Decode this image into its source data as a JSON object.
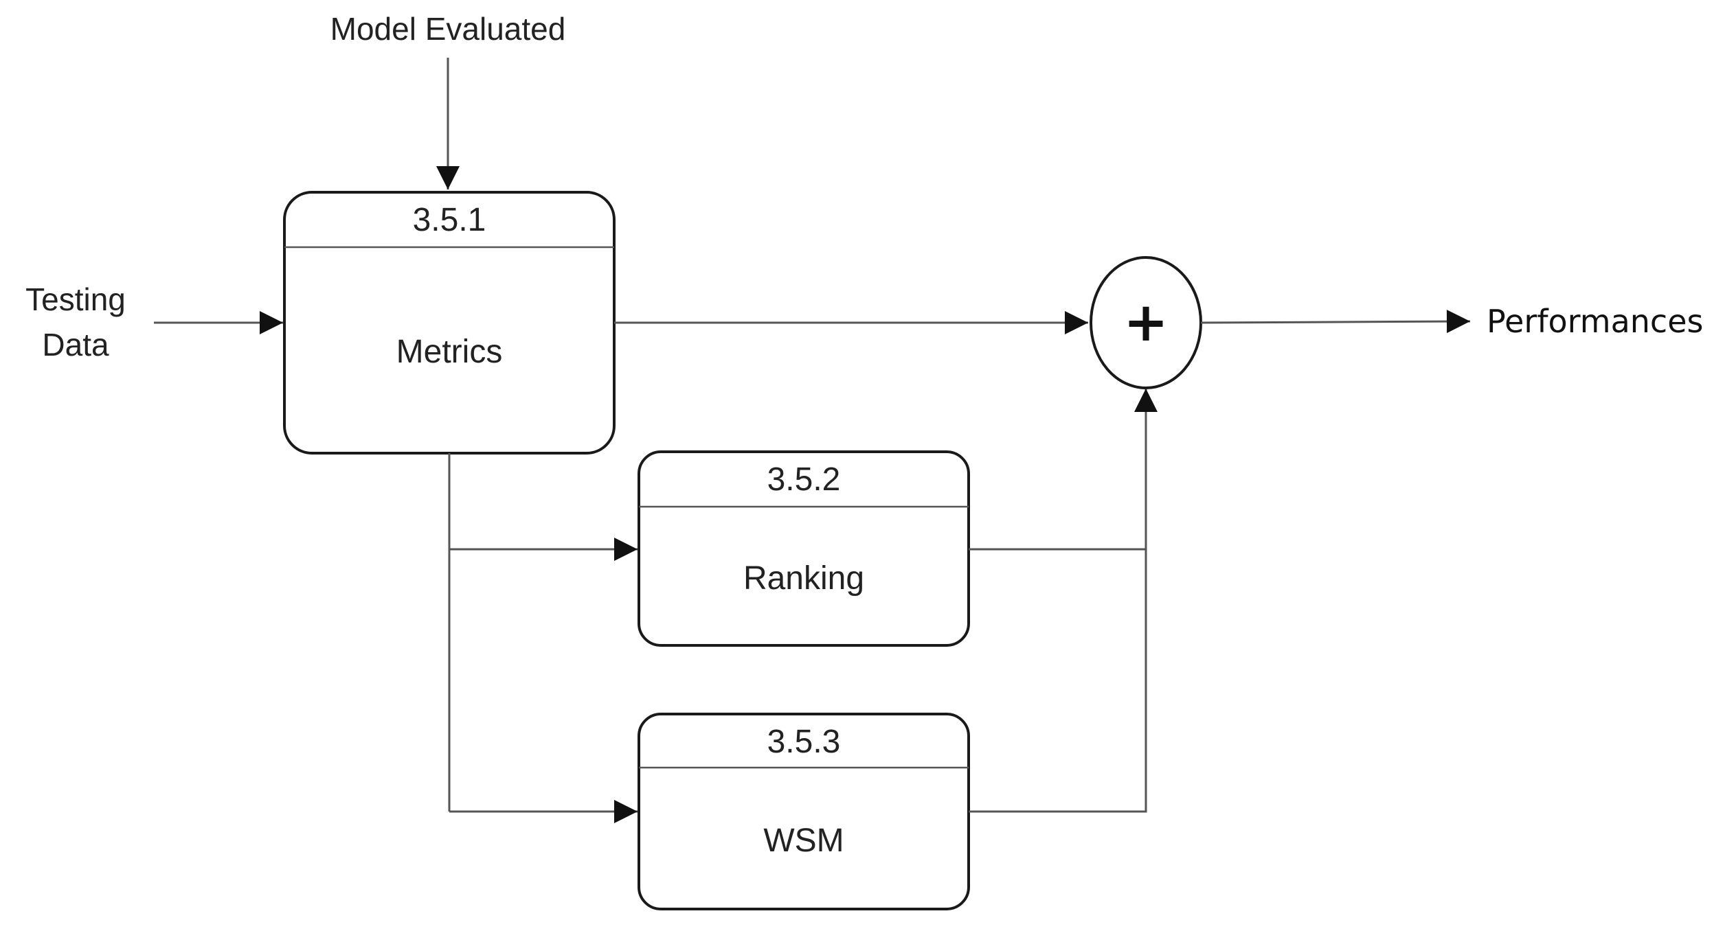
{
  "inputs": {
    "model_evaluated": "Model Evaluated",
    "testing_data_line1": "Testing",
    "testing_data_line2": "Data"
  },
  "output": {
    "performances": "Performances"
  },
  "processes": [
    {
      "id": "3.5.1",
      "label": "Metrics"
    },
    {
      "id": "3.5.2",
      "label": "Ranking"
    },
    {
      "id": "3.5.3",
      "label": "WSM"
    }
  ],
  "combiner": {
    "symbol": "+"
  }
}
